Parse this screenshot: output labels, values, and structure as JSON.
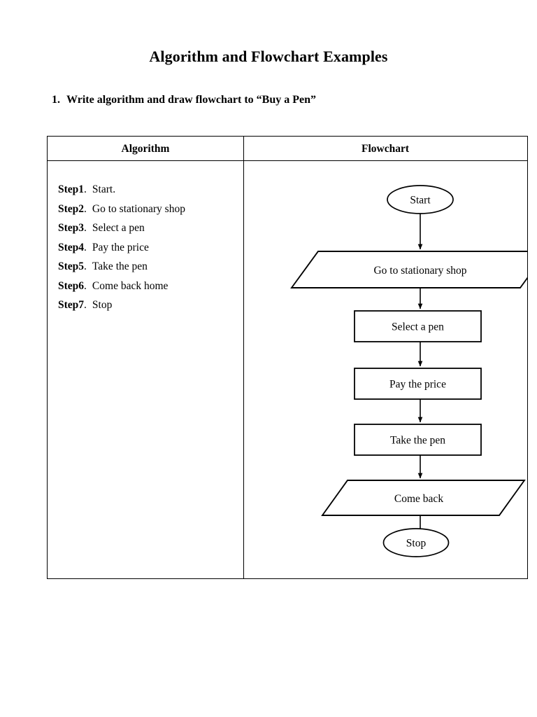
{
  "document": {
    "title": "Algorithm and Flowchart Examples",
    "question": {
      "number": "1.",
      "text": "Write algorithm and draw flowchart to “Buy a Pen”"
    }
  },
  "table": {
    "headers": {
      "algorithm": "Algorithm",
      "flowchart": "Flowchart"
    },
    "algorithm_steps": [
      {
        "label": "Step1",
        "dot": ".",
        "text": "Start."
      },
      {
        "label": "Step2",
        "dot": ".",
        "text": "Go to stationary shop"
      },
      {
        "label": "Step3",
        "dot": ".",
        "text": "Select a pen"
      },
      {
        "label": "Step4",
        "dot": ".",
        "text": "Pay the price"
      },
      {
        "label": "Step5",
        "dot": ".",
        "text": "Take the pen"
      },
      {
        "label": "Step6",
        "dot": ".",
        "text": "Come back home"
      },
      {
        "label": "Step7",
        "dot": ".",
        "text": "Stop"
      }
    ]
  },
  "chart_data": {
    "type": "diagram",
    "diagram_kind": "flowchart",
    "title": "Buy a Pen",
    "orientation": "top-to-bottom",
    "nodes": [
      {
        "id": "n1",
        "shape": "terminator",
        "label": "Start"
      },
      {
        "id": "n2",
        "shape": "io-parallelogram",
        "label": "Go to stationary shop"
      },
      {
        "id": "n3",
        "shape": "process-rectangle",
        "label": "Select a pen"
      },
      {
        "id": "n4",
        "shape": "process-rectangle",
        "label": "Pay the price"
      },
      {
        "id": "n5",
        "shape": "process-rectangle",
        "label": "Take the pen"
      },
      {
        "id": "n6",
        "shape": "io-parallelogram",
        "label": "Come back"
      },
      {
        "id": "n7",
        "shape": "terminator",
        "label": "Stop"
      }
    ],
    "edges": [
      {
        "from": "n1",
        "to": "n2",
        "label": ""
      },
      {
        "from": "n2",
        "to": "n3",
        "label": ""
      },
      {
        "from": "n3",
        "to": "n4",
        "label": ""
      },
      {
        "from": "n4",
        "to": "n5",
        "label": ""
      },
      {
        "from": "n5",
        "to": "n6",
        "label": ""
      },
      {
        "from": "n6",
        "to": "n7",
        "label": ""
      }
    ],
    "colors": {
      "stroke": "#000000",
      "fill": "#ffffff",
      "background": "#ffffff"
    }
  }
}
